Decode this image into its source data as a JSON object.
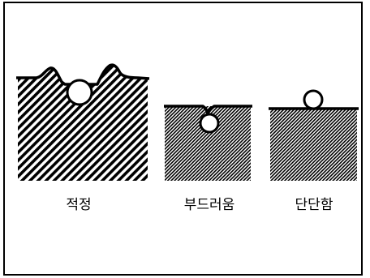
{
  "labels": {
    "proper": "적정",
    "soft": "부드러움",
    "hard": "단단함"
  },
  "colors": {
    "ink": "#000000",
    "background": "#ffffff"
  }
}
